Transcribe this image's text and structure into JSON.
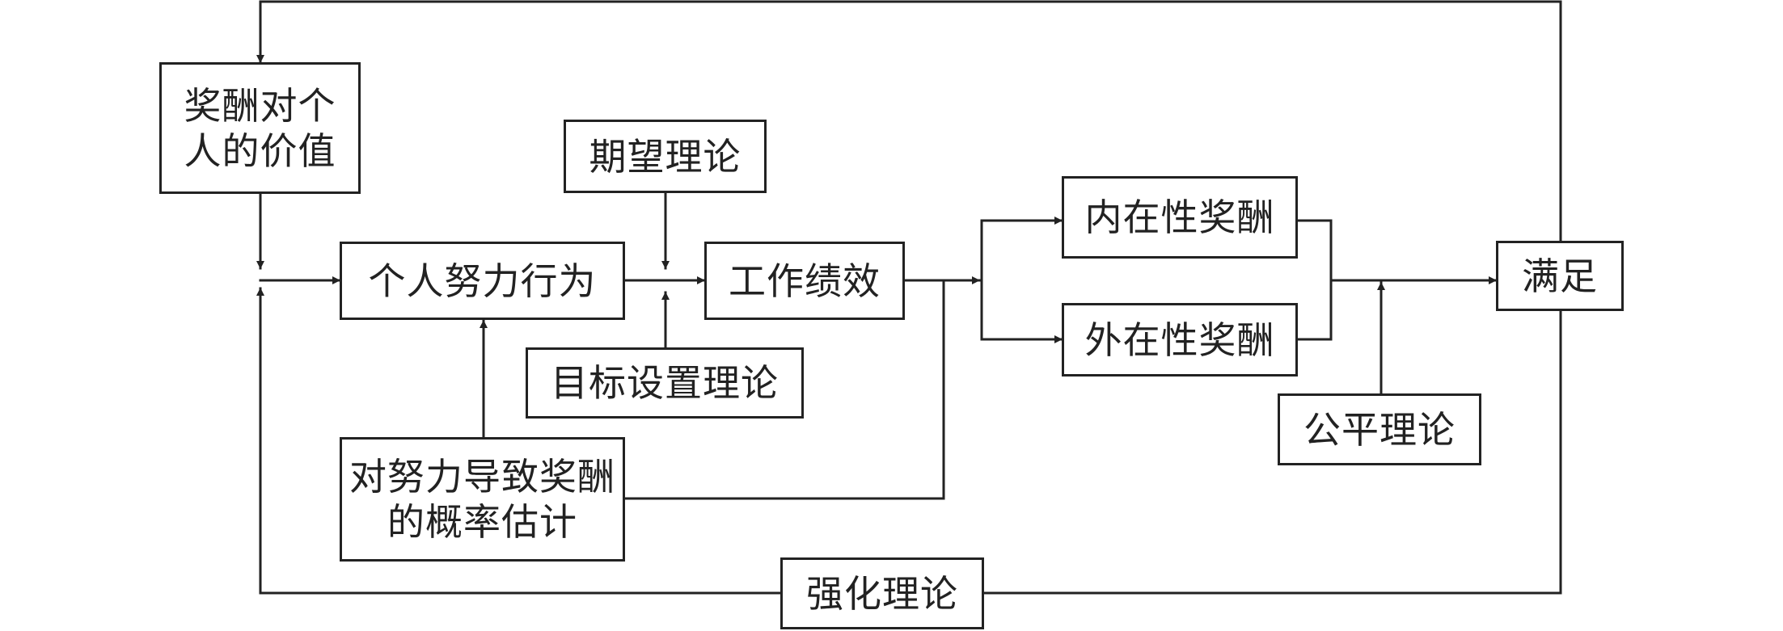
{
  "diagram": {
    "stroke_color": "#222222",
    "boxes": {
      "reward_value": "奖酬对个\n人的价值",
      "expectancy_theory": "期望理论",
      "individual_effort": "个人努力行为",
      "job_performance": "工作绩效",
      "goal_setting_theory": "目标设置理论",
      "effort_reward_probability": "对努力导致奖酬\n的概率估计",
      "intrinsic_reward": "内在性奖酬",
      "extrinsic_reward": "外在性奖酬",
      "equity_theory": "公平理论",
      "satisfaction": "满足",
      "reinforcement_theory": "强化理论"
    }
  }
}
